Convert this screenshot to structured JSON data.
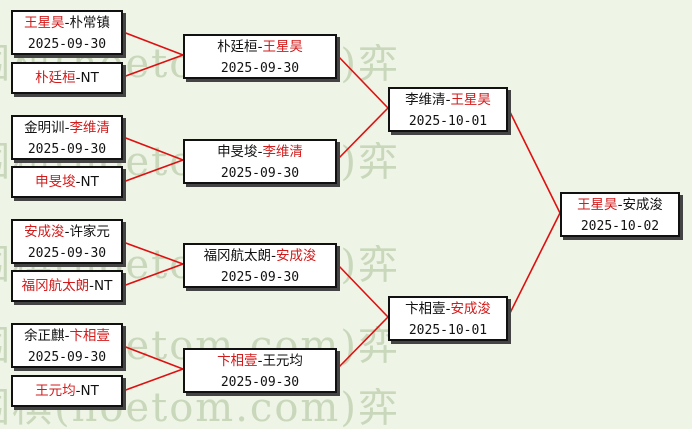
{
  "watermark": "围棋(hoetom.com)弈",
  "connector_color": "#dd1111",
  "winner_color": "#d21b1b",
  "rounds": [
    {
      "matches": [
        {
          "p1": "王星昊",
          "sep": "-",
          "p2": "朴常镇",
          "winner": 1,
          "date": "2025-09-30"
        },
        {
          "p1": "朴廷桓",
          "sep": "-",
          "p2": "NT",
          "winner": 1,
          "date": ""
        },
        {
          "p1": "金明训",
          "sep": "-",
          "p2": "李维清",
          "winner": 2,
          "date": "2025-09-30"
        },
        {
          "p1": "申旻埈",
          "sep": "-",
          "p2": "NT",
          "winner": 1,
          "date": ""
        },
        {
          "p1": "安成浚",
          "sep": "-",
          "p2": "许家元",
          "winner": 1,
          "date": "2025-09-30"
        },
        {
          "p1": "福冈航太朗",
          "sep": "-",
          "p2": "NT",
          "winner": 1,
          "date": ""
        },
        {
          "p1": "余正麒",
          "sep": "-",
          "p2": "卞相壹",
          "winner": 2,
          "date": "2025-09-30"
        },
        {
          "p1": "王元均",
          "sep": "-",
          "p2": "NT",
          "winner": 1,
          "date": ""
        }
      ]
    },
    {
      "matches": [
        {
          "p1": "朴廷桓",
          "sep": "-",
          "p2": "王星昊",
          "winner": 2,
          "date": "2025-09-30"
        },
        {
          "p1": "申旻埈",
          "sep": "-",
          "p2": "李维清",
          "winner": 2,
          "date": "2025-09-30"
        },
        {
          "p1": "福冈航太朗",
          "sep": "-",
          "p2": "安成浚",
          "winner": 2,
          "date": "2025-09-30"
        },
        {
          "p1": "卞相壹",
          "sep": "-",
          "p2": "王元均",
          "winner": 1,
          "date": "2025-09-30"
        }
      ]
    },
    {
      "matches": [
        {
          "p1": "李维清",
          "sep": "-",
          "p2": "王星昊",
          "winner": 2,
          "date": "2025-10-01"
        },
        {
          "p1": "卞相壹",
          "sep": "-",
          "p2": "安成浚",
          "winner": 2,
          "date": "2025-10-01"
        }
      ]
    },
    {
      "matches": [
        {
          "p1": "王星昊",
          "sep": "-",
          "p2": "安成浚",
          "winner": 1,
          "date": "2025-10-02"
        }
      ]
    }
  ]
}
